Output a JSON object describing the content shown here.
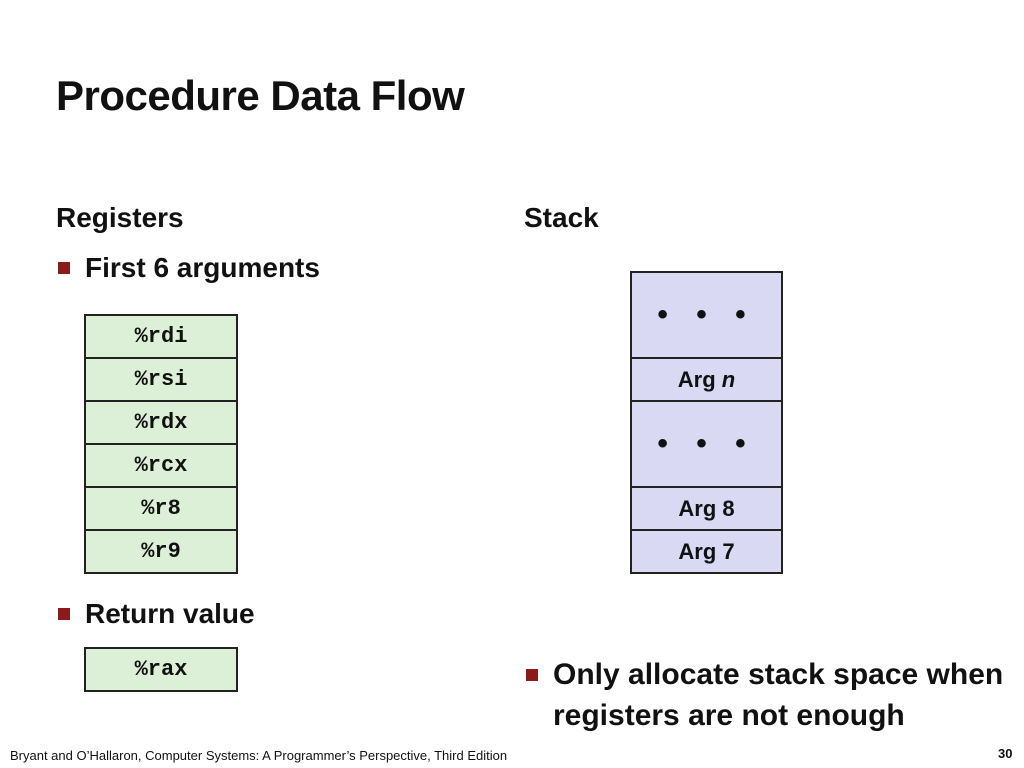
{
  "slide": {
    "title": "Procedure Data Flow",
    "registers_heading": "Registers",
    "stack_heading": "Stack",
    "args_bullet": "First 6 arguments",
    "return_bullet": "Return value",
    "registers": [
      "%rdi",
      "%rsi",
      "%rdx",
      "%rcx",
      "%r8",
      "%r9"
    ],
    "return_register": "%rax",
    "stack_cells": [
      {
        "type": "dots",
        "label": "• • •"
      },
      {
        "type": "arg",
        "prefix": "Arg ",
        "suffix": "n"
      },
      {
        "type": "dots",
        "label": "• • •"
      },
      {
        "type": "arg",
        "prefix": "Arg 8",
        "suffix": ""
      },
      {
        "type": "arg",
        "prefix": "Arg 7",
        "suffix": ""
      }
    ],
    "note": "Only allocate stack space when registers are not enough"
  },
  "footer": {
    "citation": "Bryant and O’Hallaron, Computer Systems: A Programmer’s Perspective, Third Edition",
    "page_number": "30"
  },
  "colors": {
    "register_fill": "#dcf0d7",
    "stack_fill": "#d9d9f3",
    "bullet": "#8b1a1a"
  }
}
